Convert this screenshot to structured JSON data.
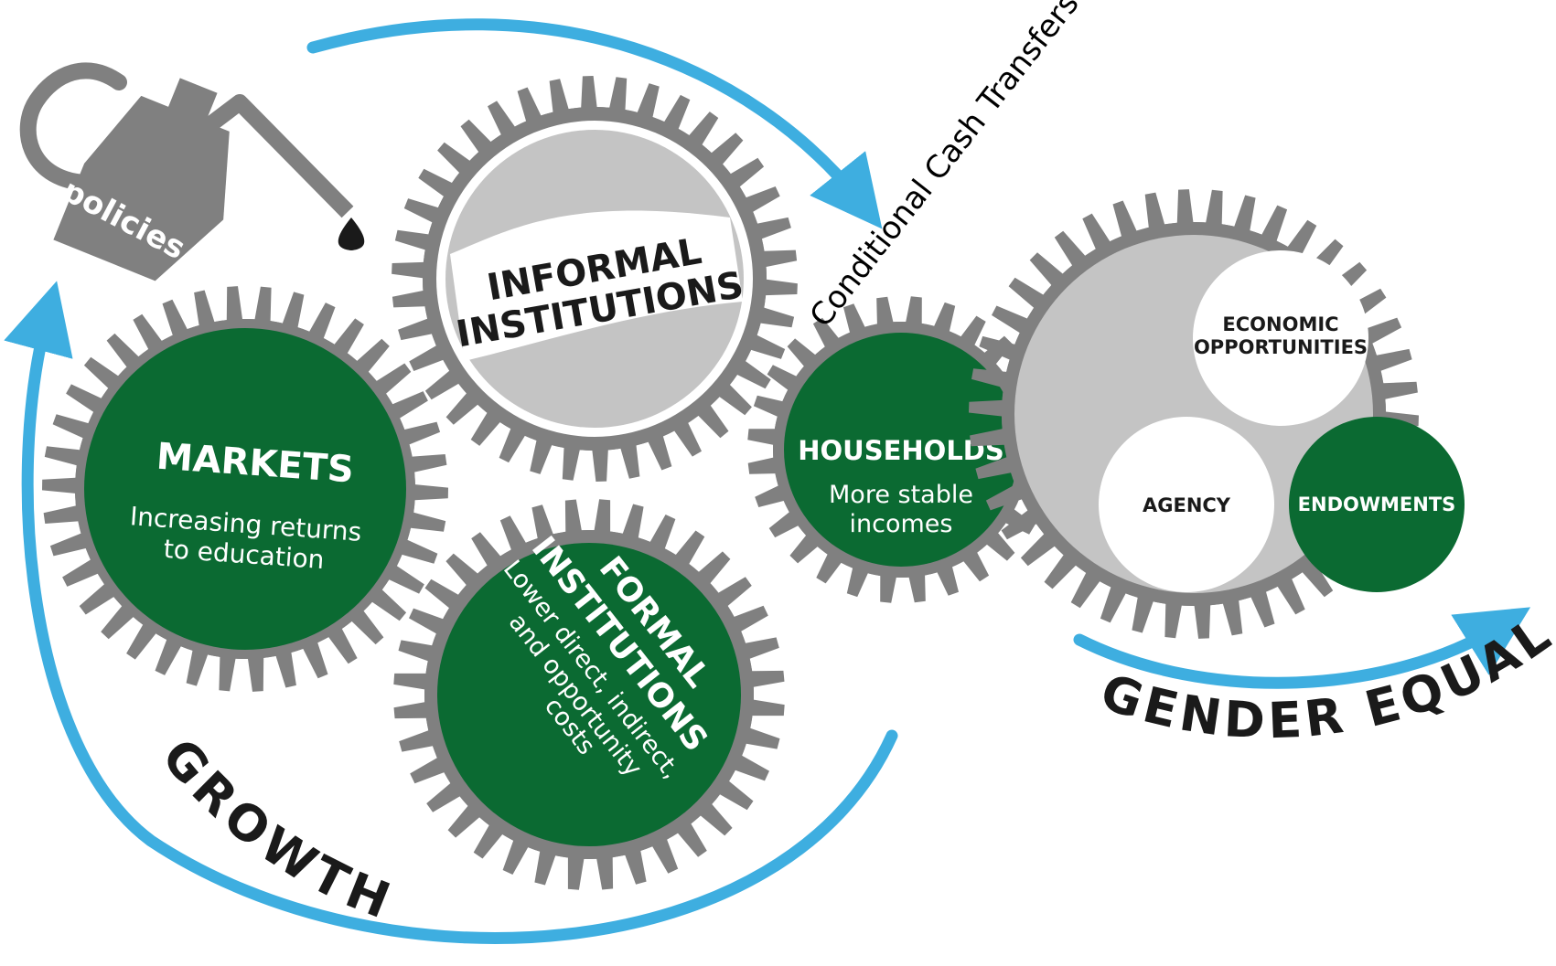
{
  "colors": {
    "gear_gray": "#808080",
    "gear_light": "#c4c4c4",
    "green": "#0b6a32",
    "arrow_blue": "#3eaee0",
    "text_dark": "#1a1a1a",
    "white": "#ffffff"
  },
  "icons": {
    "policies_can": "oil-can-icon",
    "oil_drop": "oil-drop-icon"
  },
  "policies": {
    "label": "policies"
  },
  "cct": {
    "label": "Conditional Cash Transfers"
  },
  "gears": {
    "informal": {
      "title_line1": "INFORMAL",
      "title_line2": "INSTITUTIONS"
    },
    "markets": {
      "title": "MARKETS",
      "sub_line1": "Increasing returns",
      "sub_line2": "to education"
    },
    "formal": {
      "title_line1": "FORMAL",
      "title_line2": "INSTITUTIONS",
      "sub_line1": "Lower direct, indirect,",
      "sub_line2": "and opportunity",
      "sub_line3": "costs"
    },
    "households": {
      "title": "HOUSEHOLDS",
      "sub_line1": "More stable",
      "sub_line2": "incomes"
    },
    "gender": {
      "economic_line1": "ECONOMIC",
      "economic_line2": "OPPORTUNITIES",
      "agency": "AGENCY",
      "endowments": "ENDOWMENTS"
    }
  },
  "labels": {
    "growth": "GROWTH",
    "gender_equality": "GENDER EQUALITY"
  }
}
